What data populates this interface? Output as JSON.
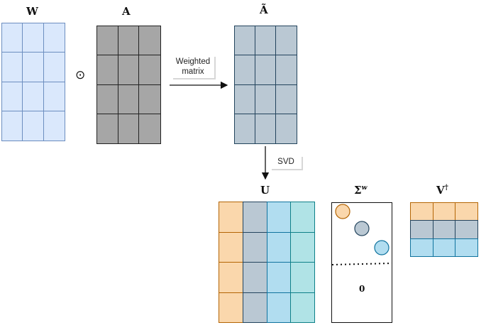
{
  "labels": {
    "W": "W",
    "A": "A",
    "A_tilde": "Ã",
    "U": "U",
    "Sigma": "Σ",
    "Sigma_sup": "w",
    "V": "V",
    "V_sup": "†",
    "zero": "0"
  },
  "operator_symbol": "⊙",
  "edge_labels": {
    "weighted_matrix_line1": "Weighted",
    "weighted_matrix_line2": "matrix",
    "svd": "SVD"
  },
  "colors": {
    "W_fill": "#dae8fc",
    "W_border": "#6c8ebf",
    "A_fill": "#a6a6a6",
    "A_border": "#222222",
    "Atilde_fill": "#bac8d3",
    "Atilde_border": "#23445d",
    "orange": "#fad7ac",
    "orange_border": "#b46504",
    "slate": "#bac8d3",
    "slate_border": "#23445d",
    "blue": "#b1ddf0",
    "blue_border": "#10739e",
    "teal": "#b0e3e6",
    "teal_border": "#0e8088"
  }
}
